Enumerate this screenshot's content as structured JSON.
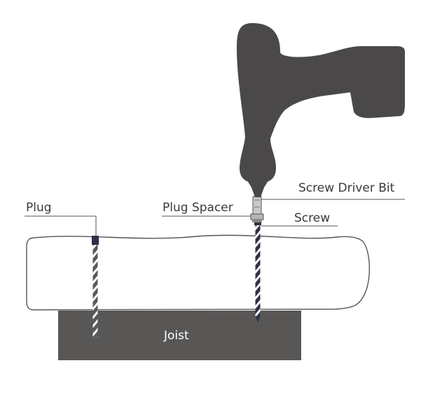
{
  "labels": {
    "plug": "Plug",
    "plug_spacer": "Plug Spacer",
    "screw_driver_bit": "Screw Driver Bit",
    "screw": "Screw",
    "joist": "Joist"
  },
  "colors": {
    "drill": "#4a4848",
    "joist": "#595756",
    "board_outline": "#555555",
    "screw_dark": "#2d3244",
    "screw_light": "#ffffff",
    "plug_screw": "#555555",
    "leader_line": "#555555",
    "label_text": "#3a3a3a",
    "joist_text": "#ffffff"
  },
  "icons": {
    "drill": "cordless-drill-icon",
    "bit": "screw-driver-bit-icon",
    "spacer": "plug-spacer-icon"
  }
}
